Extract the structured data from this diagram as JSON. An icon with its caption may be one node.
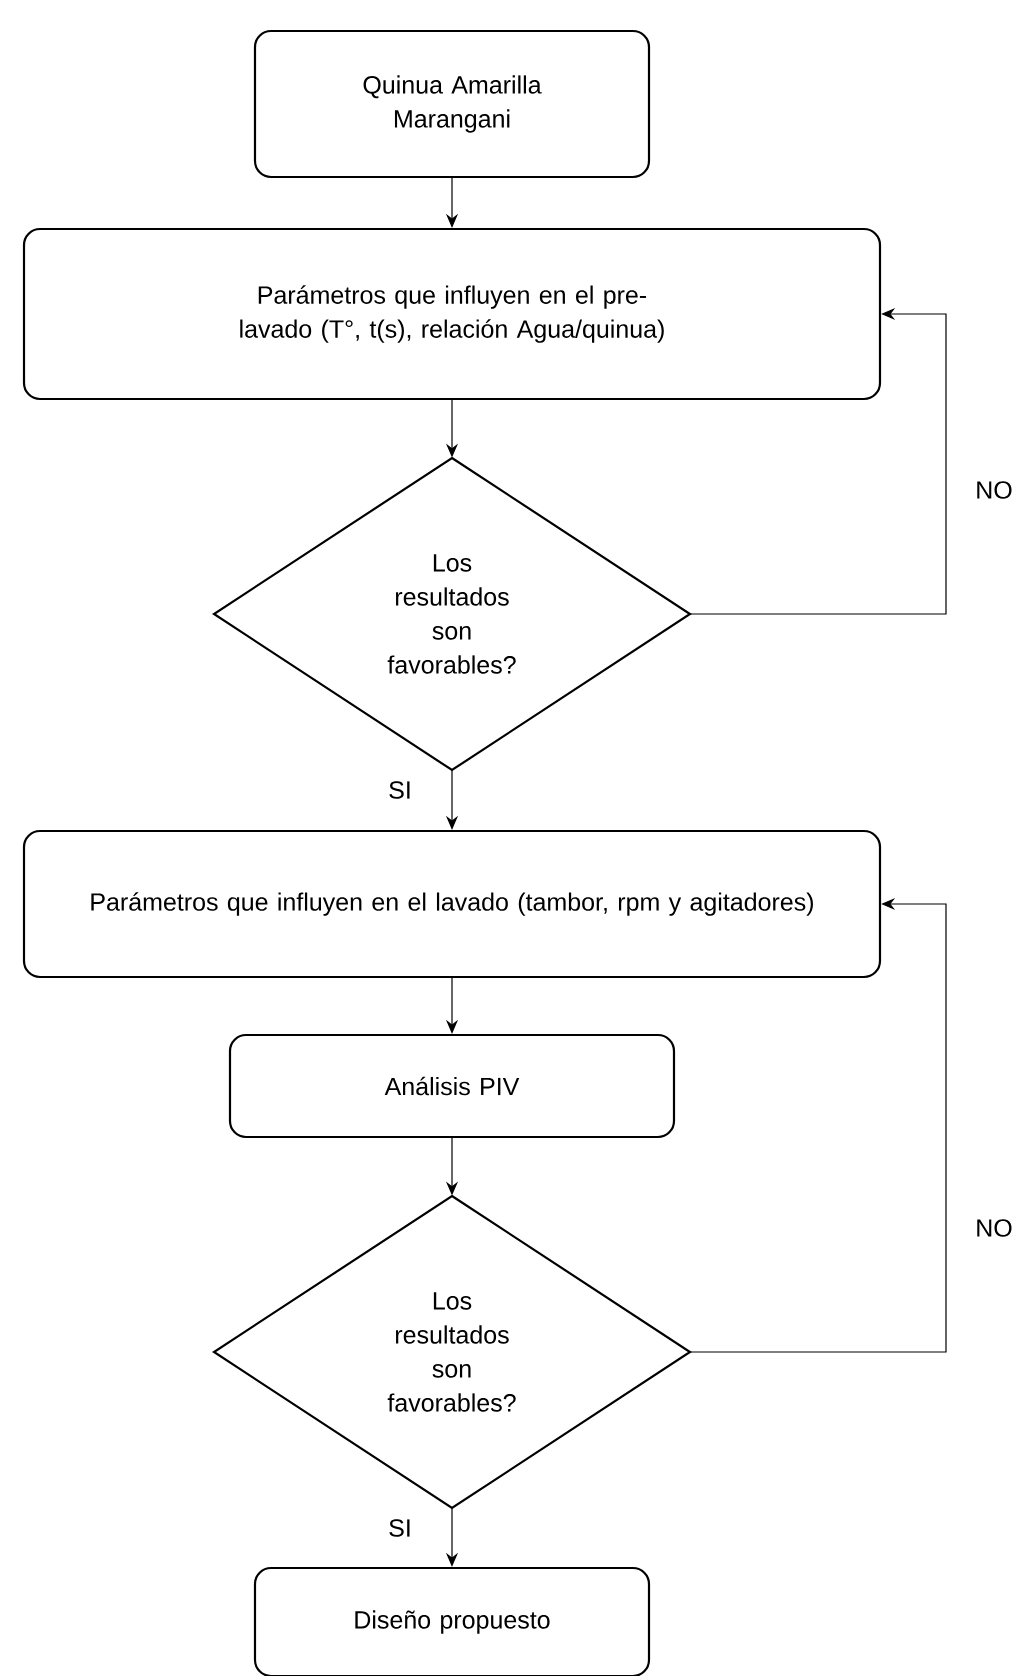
{
  "diagram": {
    "nodes": [
      {
        "text": [
          "Quinua Amarilla Marangani"
        ]
      },
      {
        "text": [
          "Parámetros que influyen en el pre-lavado (T°, t(s), relación Agua/quinua)"
        ]
      },
      {
        "text": [
          "Los resultados son favorables?"
        ]
      },
      {
        "text": [
          "Parámetros que influyen en el lavado (tambor, rpm y agitadores)"
        ]
      },
      {
        "text": [
          "Análisis PIV"
        ]
      },
      {
        "text": [
          "Los resultados son favorables?"
        ]
      },
      {
        "text": [
          "Diseño propuesto"
        ]
      }
    ],
    "edges": [
      {
        "from": 0,
        "to": 1,
        "arrow": "to"
      },
      {
        "from": 1,
        "to": 2,
        "arrow": "to"
      },
      {
        "from": 2,
        "to": 3,
        "arrow": "to",
        "label": "SI"
      },
      {
        "from": 2,
        "to": 1,
        "arrow": "to",
        "label": "NO"
      },
      {
        "from": 3,
        "to": 4,
        "arrow": "to"
      },
      {
        "from": 4,
        "to": 5,
        "arrow": "to"
      },
      {
        "from": 5,
        "to": 3,
        "arrow": "to",
        "label": "NO"
      },
      {
        "from": 5,
        "to": 6,
        "arrow": "to",
        "label": "SI"
      }
    ]
  }
}
